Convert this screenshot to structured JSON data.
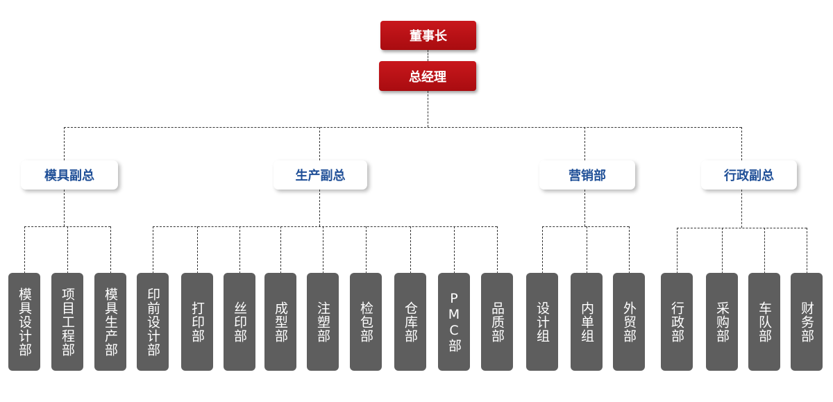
{
  "chairman": "董事长",
  "general_manager": "总经理",
  "vps": [
    {
      "label": "模具副总",
      "departments": [
        "模具设计部",
        "项目工程部",
        "模具生产部"
      ]
    },
    {
      "label": "生产副总",
      "departments": [
        "印前设计部",
        "打印部",
        "丝印部",
        "成型部",
        "注塑部",
        "检包部",
        "仓库部",
        "PMC部",
        "品质部"
      ]
    },
    {
      "label": "营销部",
      "departments": [
        "设计组",
        "内单组",
        "外贸部"
      ]
    },
    {
      "label": "行政副总",
      "departments": [
        "行政部",
        "采购部",
        "车队部",
        "财务部"
      ]
    }
  ],
  "colors": {
    "top_box": "#b70f14",
    "vp_text": "#1f4f97",
    "dept_box": "#5e5e5e",
    "connector": "#333333"
  }
}
